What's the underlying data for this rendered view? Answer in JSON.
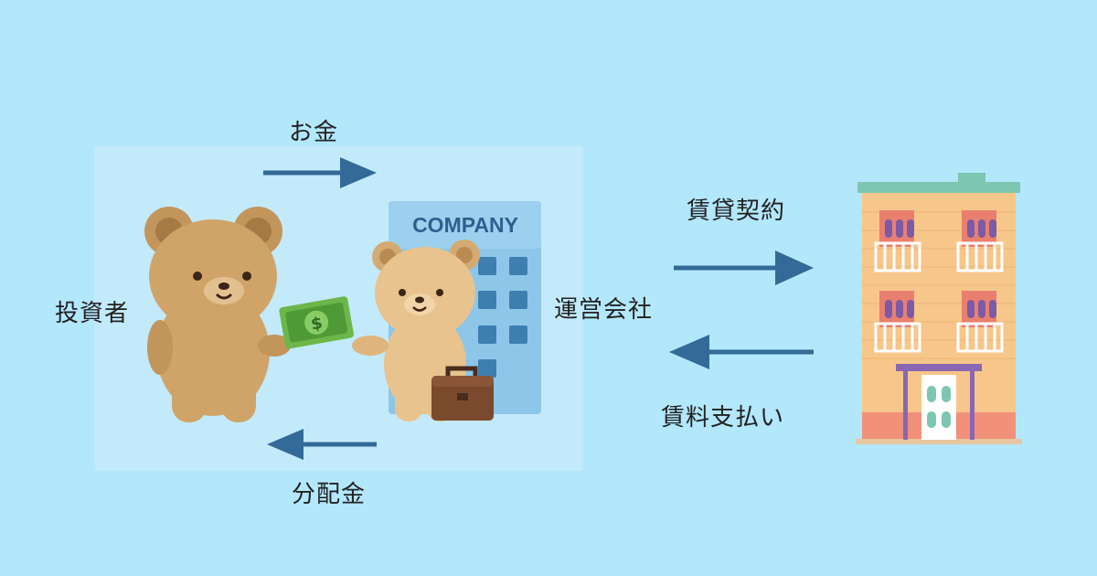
{
  "labels": {
    "money": "お金",
    "investor": "投資者",
    "operator": "運営会社",
    "dividend": "分配金",
    "lease_contract": "賃貸契約",
    "rent_payment": "賃料支払い"
  },
  "company_sign": "COMPANY",
  "colors": {
    "background": "#b3e7fb",
    "panel": "#c3eafa",
    "arrow": "#336a97",
    "bear": "#d0a469",
    "bear_light": "#e8c38e",
    "company_building": "#8ec6ea",
    "apartment": "#f7c68a"
  }
}
